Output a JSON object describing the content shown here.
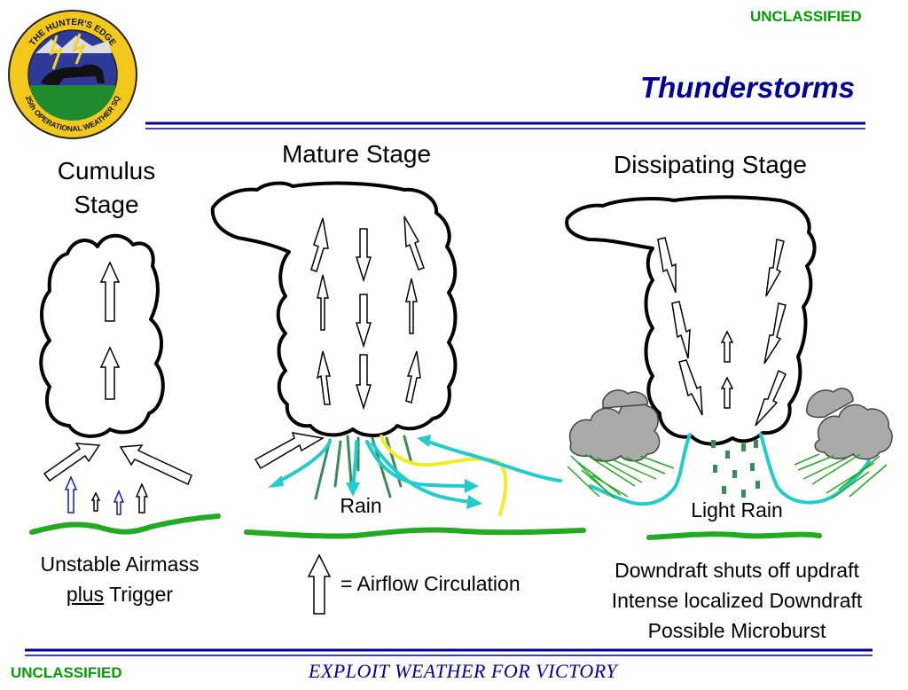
{
  "header": {
    "classification_top": "UNCLASSIFIED",
    "title": "Thunderstorms",
    "logo": {
      "top_text": "THE HUNTER'S EDGE",
      "bottom_text": "25th OPERATIONAL WEATHER SQ"
    }
  },
  "stages": {
    "cumulus": {
      "title_line1": "Cumulus",
      "title_line2": "Stage",
      "caption_line1": "Unstable Airmass",
      "caption_underlined": "plus",
      "caption_rest": " Trigger"
    },
    "mature": {
      "title": "Mature Stage",
      "rain_label": "Rain"
    },
    "dissipating": {
      "title": "Dissipating Stage",
      "rain_label": "Light Rain",
      "notes": [
        "Downdraft shuts off updraft",
        "Intense localized Downdraft",
        "Possible Microburst"
      ]
    }
  },
  "legend": {
    "label": "= Airflow Circulation"
  },
  "footer": {
    "classification_bottom": "UNCLASSIFIED",
    "motto": "EXPLOIT WEATHER FOR VICTORY"
  },
  "colors": {
    "title": "#000099",
    "classification": "#00a000",
    "ground": "#22aa22",
    "airflow": "#22cccc",
    "lightning": "#eeee22",
    "rain": "#3a8a5a",
    "rule": "#000099"
  }
}
